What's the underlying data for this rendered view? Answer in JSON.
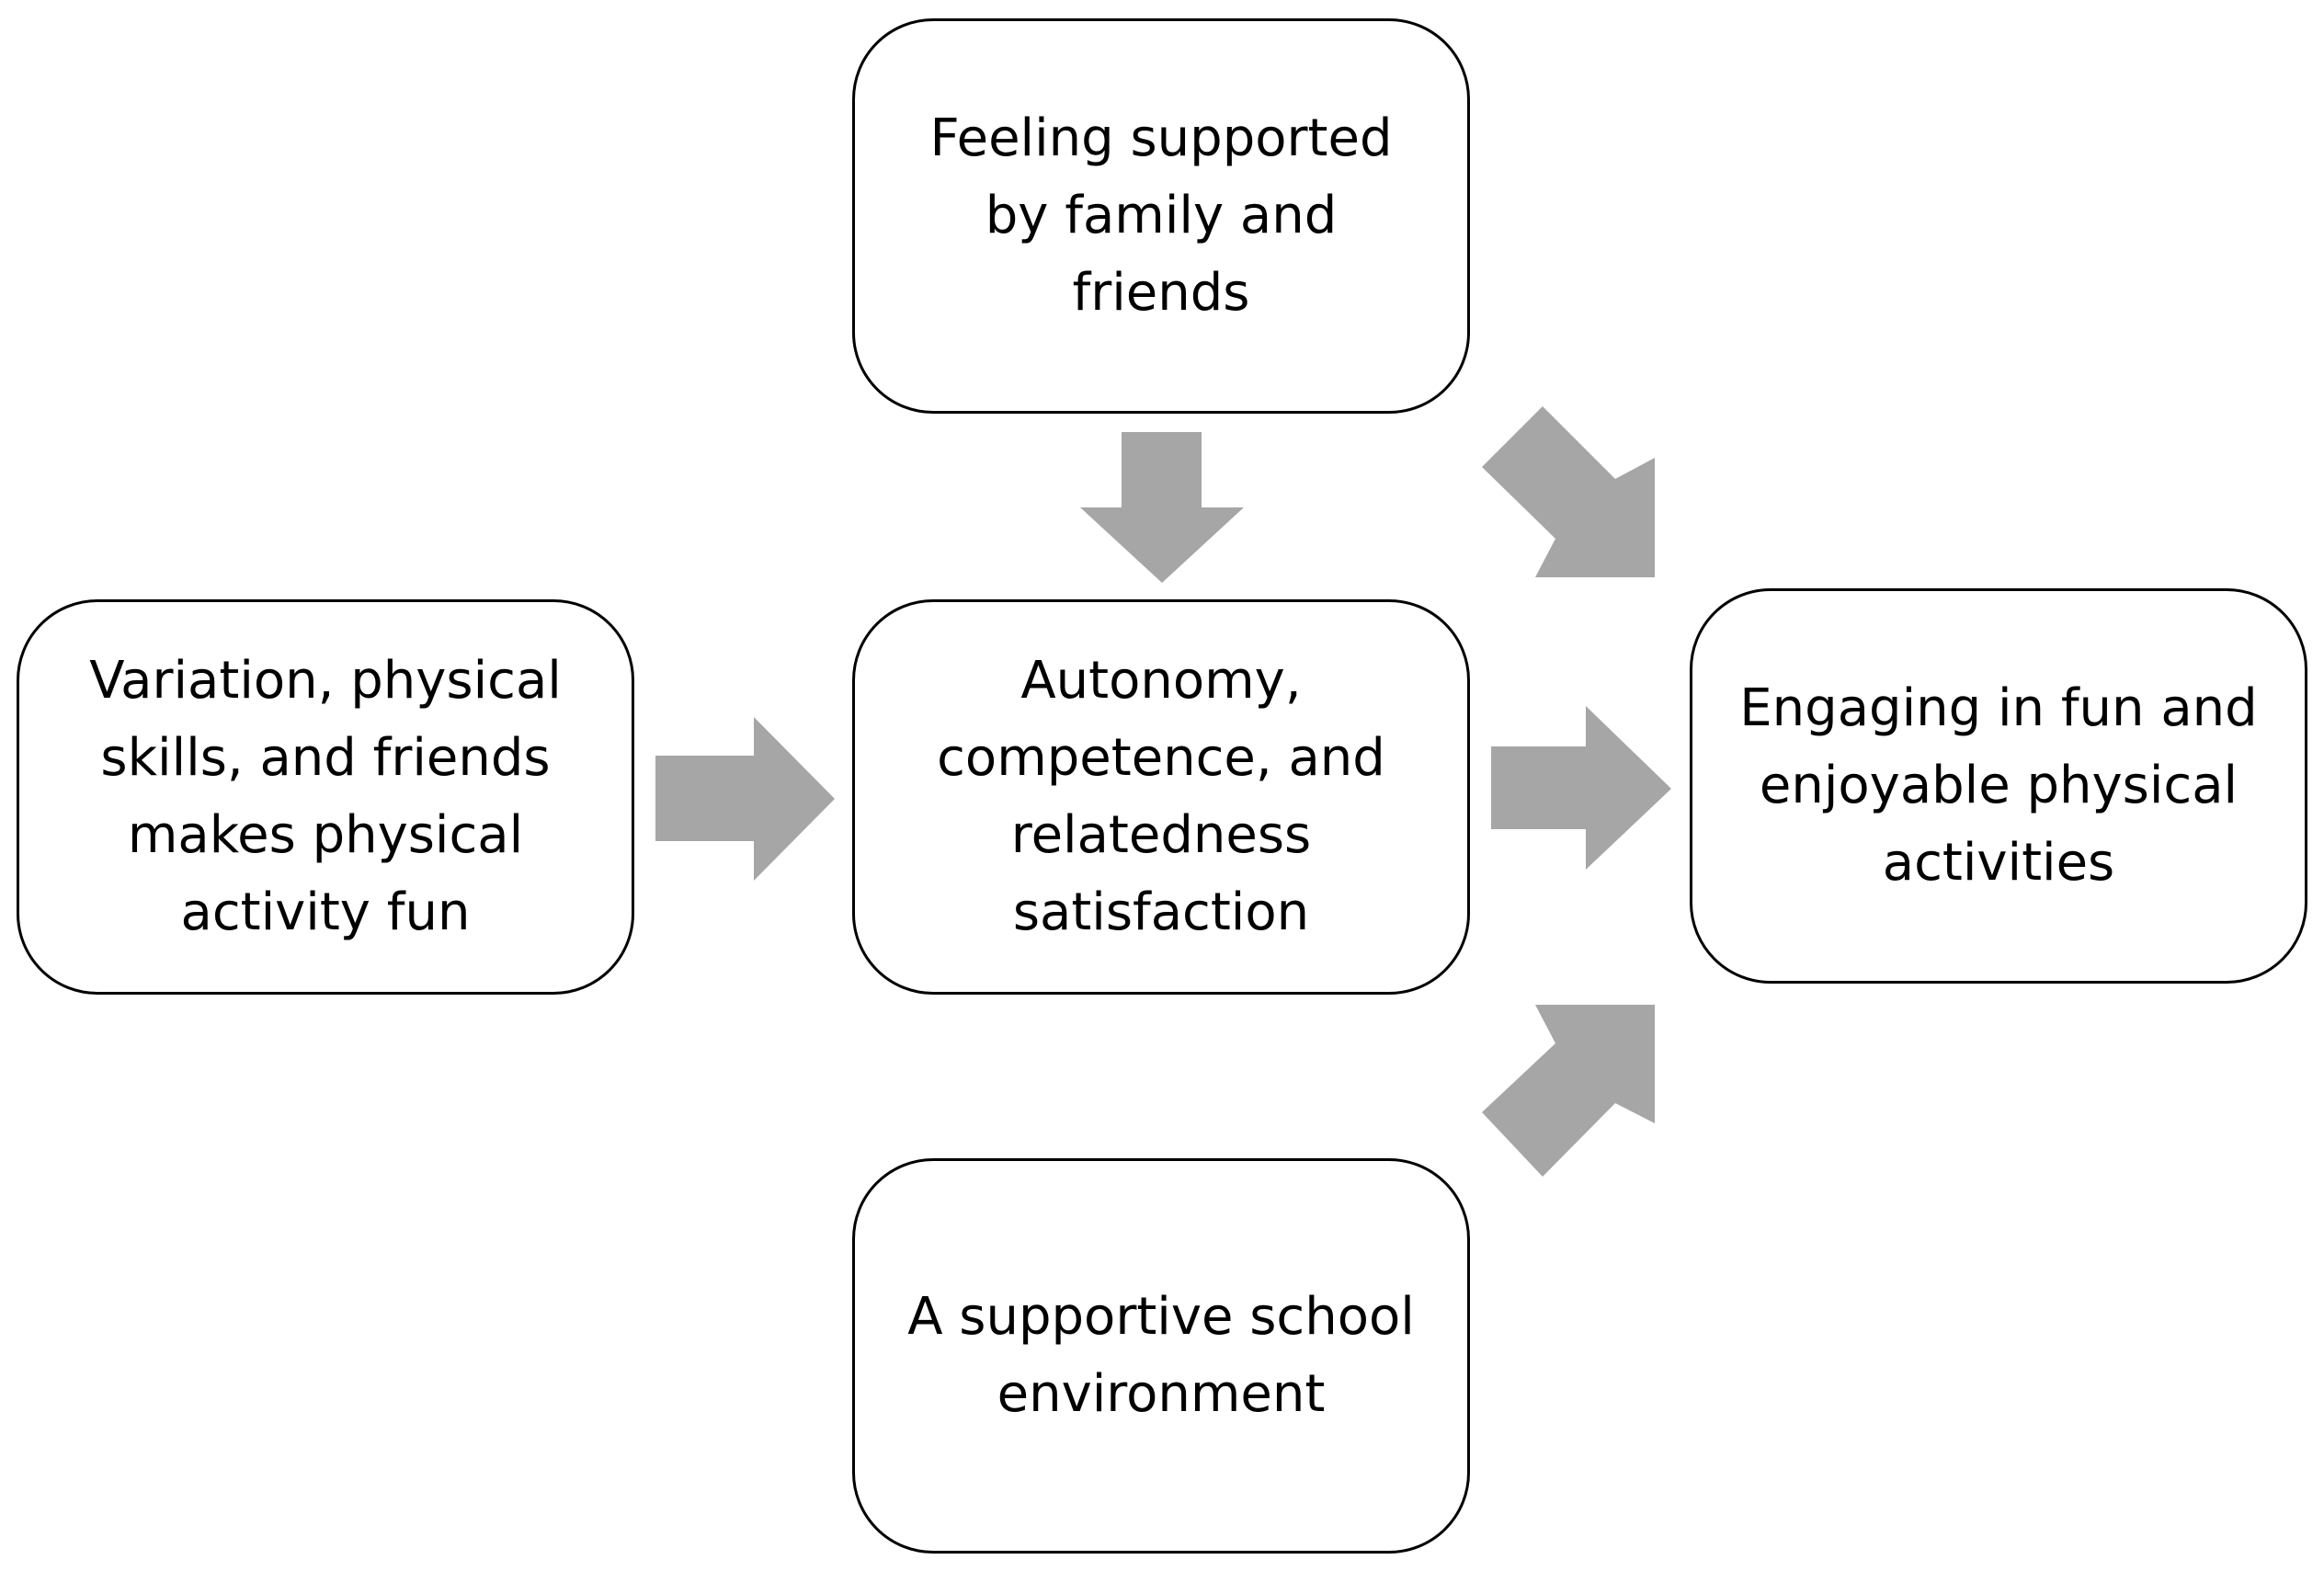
{
  "diagram": {
    "arrow_color": "#a6a6a6",
    "nodes": {
      "family_support": "Feeling supported\nby family and\nfriends",
      "fun_factors": "Variation, physical\nskills, and friends\nmakes physical\nactivity fun",
      "need_satisfaction": "Autonomy,\ncompetence, and\nrelatedness\nsatisfaction",
      "outcome": "Engaging in fun and\nenjoyable physical\nactivities",
      "school_environment": "A supportive school\nenvironment"
    }
  }
}
